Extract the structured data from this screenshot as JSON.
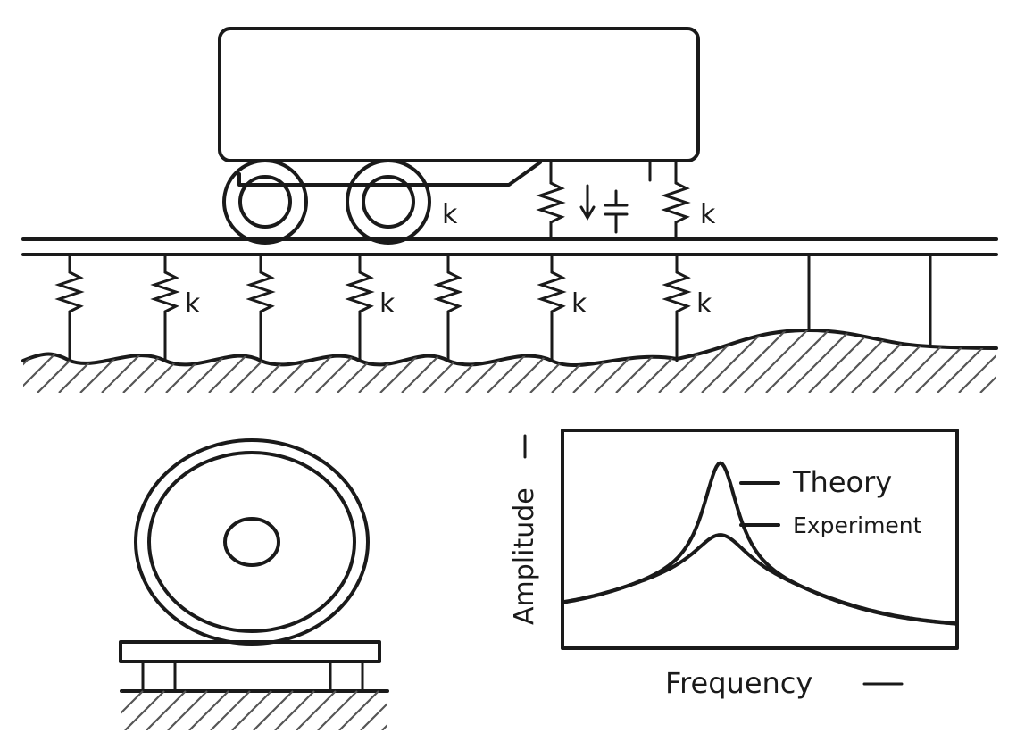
{
  "diagram": {
    "spring_label": "k",
    "plot": {
      "xlabel": "Frequency",
      "ylabel": "Amplitude",
      "legend": [
        "Theory",
        "Experiment"
      ]
    }
  },
  "chart_data": {
    "type": "line",
    "xlabel": "Frequency",
    "ylabel": "Amplitude",
    "series": [
      {
        "name": "Theory",
        "values": [
          0.16,
          0.22,
          0.32,
          0.55,
          0.85,
          0.55,
          0.36,
          0.26,
          0.19,
          0.14,
          0.1
        ]
      },
      {
        "name": "Experiment",
        "values": [
          0.16,
          0.22,
          0.3,
          0.44,
          0.52,
          0.44,
          0.34,
          0.26,
          0.19,
          0.14,
          0.1
        ]
      }
    ],
    "x": [
      0,
      1,
      2,
      3,
      4,
      5,
      6,
      7,
      8,
      9,
      10
    ],
    "grid": false,
    "legend": "top-right"
  }
}
